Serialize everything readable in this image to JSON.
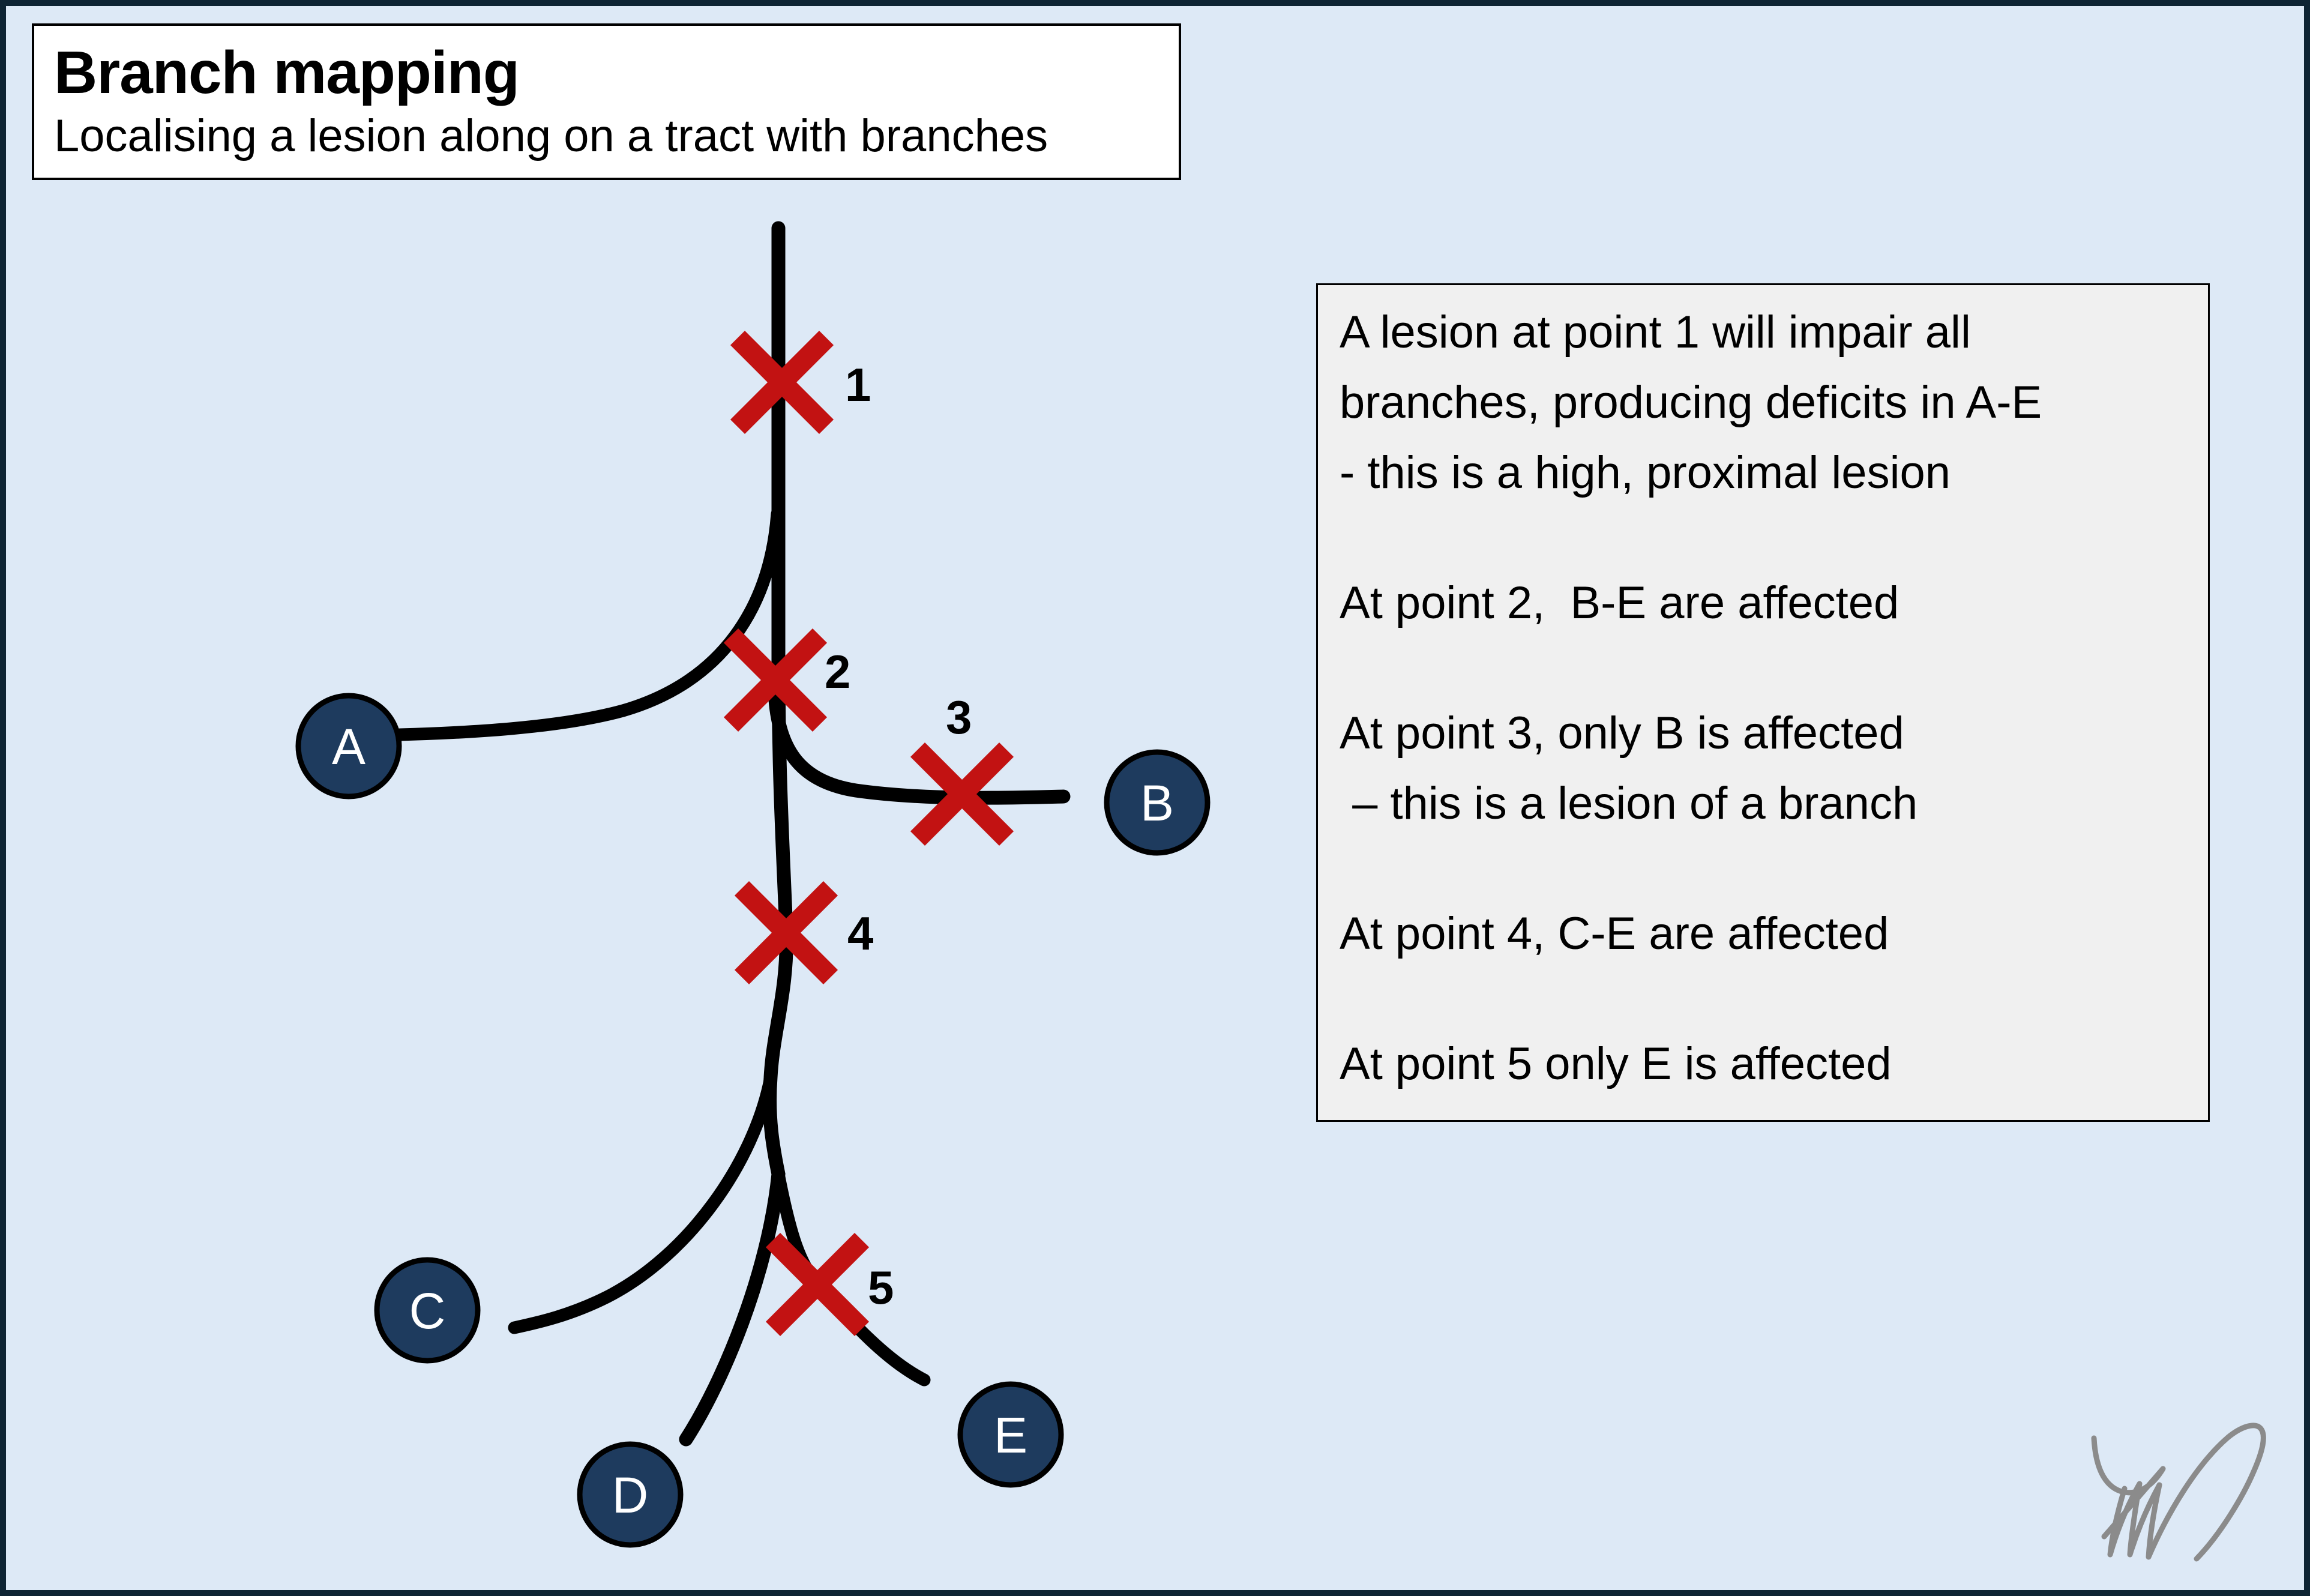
{
  "colors": {
    "background": "#dde9f6",
    "frame": "#0e2433",
    "lesion_red": "#c21212",
    "node_fill": "#1e3b5e",
    "node_text": "#ffffff",
    "line_black": "#000000",
    "notes_bg": "#f0f0f0",
    "signature_gray": "#8b8b8b"
  },
  "title_box": {
    "title": "Branch mapping",
    "subtitle": "Localising a lesion along on a tract with branches"
  },
  "notes_box": {
    "paragraphs": [
      "A lesion at point 1 will impair all\nbranches, producing deficits in A-E\n- this is a high, proximal lesion",
      "At point 2,  B-E are affected",
      "At point 3, only B is affected\n – this is a lesion of a branch",
      "At point 4, C-E are affected",
      "At point 5 only E is affected"
    ]
  },
  "diagram": {
    "lesions": [
      {
        "label": "1"
      },
      {
        "label": "2"
      },
      {
        "label": "3"
      },
      {
        "label": "4"
      },
      {
        "label": "5"
      }
    ],
    "nodes": [
      {
        "label": "A"
      },
      {
        "label": "B"
      },
      {
        "label": "C"
      },
      {
        "label": "D"
      },
      {
        "label": "E"
      }
    ]
  }
}
